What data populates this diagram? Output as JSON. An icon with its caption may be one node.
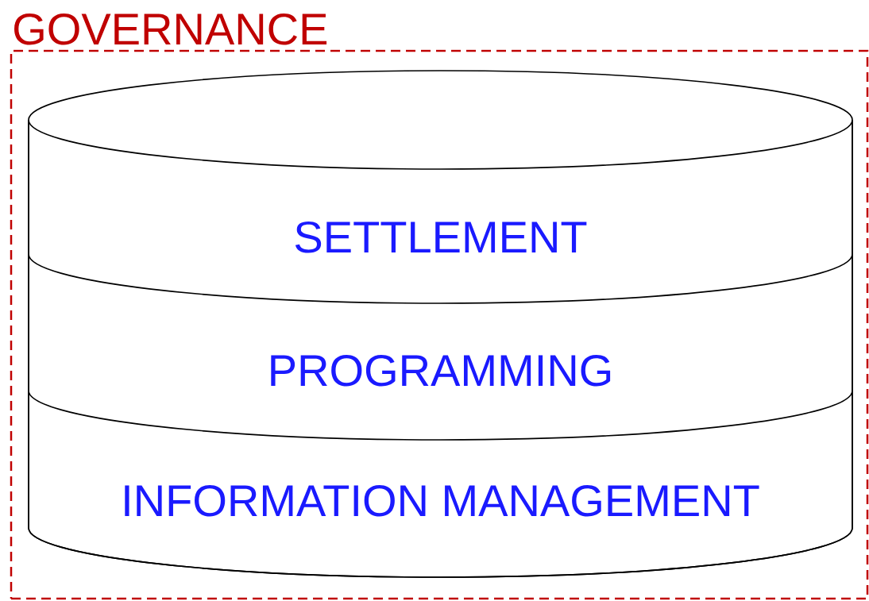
{
  "diagram": {
    "nodes": [
      {
        "text": [
          "GOVERNANCE"
        ]
      },
      {
        "text": [],
        "shape": "cylinder",
        "in": 0
      },
      {
        "text": [
          "SETTLEMENT"
        ],
        "in": 1
      },
      {
        "text": [
          "PROGRAMMING"
        ],
        "in": 1
      },
      {
        "text": [
          "INFORMATION MANAGEMENT"
        ],
        "in": 1
      }
    ]
  }
}
